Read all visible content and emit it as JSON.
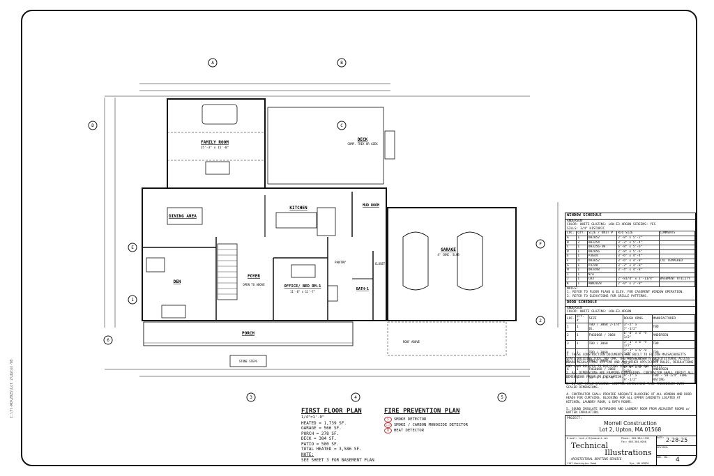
{
  "sheet_side_id": "C:\\Tl-WO\\2025\\Lot 2\\Upton-90",
  "plan": {
    "title": "FIRST FLOOR PLAN",
    "scale": "1/4\"=1'-0\"",
    "areas": [
      "HEATED = 1,739 SF.",
      "GARAGE = 566 SF.",
      "PORCH = 278 SF.",
      "DECK = 384 SF.",
      "PATIO = 500 SF.",
      "TOTAL HEATED = 3,586 SF."
    ],
    "note_label": "NOTE:",
    "note": "SEE SHEET 3 FOR BASEMENT PLAN"
  },
  "fire": {
    "title": "FIRE PREVENTION PLAN",
    "legend": [
      {
        "symbol": "S",
        "label": "SMOKE DETECTOR"
      },
      {
        "symbol": "S-CO",
        "label": "SMOKE / CARBON MONOXIDE DETECTOR"
      },
      {
        "symbol": "H",
        "label": "HEAT DETECTOR"
      }
    ]
  },
  "rooms": {
    "family": "FAMILY ROOM",
    "family_size": "15'-3\" x 15'-0\"",
    "deck": "DECK",
    "deck_note": "COMP. TREX OR AZEK",
    "dining": "DINING AREA",
    "kitchen": "KITCHEN",
    "mud": "MUD ROOM",
    "den": "DEN",
    "foyer": "FOYER",
    "foyer_note": "OPEN TO ABOVE",
    "office": "OFFICE/ BED RM-1",
    "office_size": "11'-0\" x 11'-7\"",
    "pantry": "PANTRY",
    "bath": "BATH-1",
    "closet": "CLOSET",
    "garage": "GARAGE",
    "garage_note": "4\" CONC. SLAB",
    "porch": "PORCH",
    "steps": "STONE STEPS",
    "roof_above": "ROOF ABOVE"
  },
  "window_schedule": {
    "title": "WINDOW SCHEDULE",
    "maker": "ANDERSEN",
    "specs": "COLOR: WHITE GLAZING: LOW-E3-ARGON SCREENS: YES",
    "sills": "SILLS: 3/4\" HISTORIC",
    "headers": [
      "LOC.",
      "QTY.",
      "SIZE / UNIT #",
      "R/O SIZE",
      "COMMENTS"
    ],
    "rows": [
      [
        "A",
        "1",
        "DH2852",
        "2'-8\" x 5'-2\"",
        ""
      ],
      [
        "B",
        "2",
        "DH3254",
        "3'-2\" x 5'-4\"",
        ""
      ],
      [
        "C",
        "1",
        "DH3256-3W",
        "6'-8\" x 5'-6\"",
        ""
      ],
      [
        "D",
        "1",
        "DH2856",
        "2'-8\" x 5'-6\"",
        ""
      ],
      [
        "E",
        "1",
        "P3644",
        "3'-6\" x 4'-4\"",
        ""
      ],
      [
        "F",
        "4",
        "DH3652",
        "3'-6\" x 4'-8\"",
        "(4) TEMPERED"
      ],
      [
        "G",
        "1",
        "P3248",
        "3'-2\" x 4'-8\"",
        ""
      ],
      [
        "H",
        "1",
        "DH3448",
        "3'-4\" x 4'-8\"",
        ""
      ],
      [
        "I",
        "1",
        "N/A",
        "",
        ""
      ],
      [
        "J",
        "1",
        "CB3",
        "2'-81/4\" x 1'-11/4\"",
        "BASEMENT UTILITY"
      ],
      [
        "K",
        "1",
        "AWN2028",
        "2'-0\" x 2'-8\"",
        ""
      ]
    ],
    "notes_label": "NOTES:",
    "notes": [
      "1. REFER TO FLOOR PLANS & ELEV. FOR CASEMENT WINDOW OPERATION.",
      "2. REFER TO ELEVATIONS FOR GRILLE PATTERNS."
    ]
  },
  "door_schedule": {
    "title": "DOOR SCHEDULE",
    "maker": "ANDERSEN",
    "specs": "COLOR: WHITE GLAZING: LOW-E3-ARGON",
    "headers": [
      "LOC.",
      "QTY. #",
      "SIZE",
      "ROUGH OPNG.",
      "MANUFACTURER"
    ],
    "rows": [
      [
        "1",
        "1",
        "TBD / 3068 2-1/4\" Di.",
        "3'-2\" x 7'-1/2\"",
        "TBD"
      ],
      [
        "2",
        "1",
        "FWG6068 / 3068",
        "6'-0\" x 6'-9 1/2\"",
        "ANDERSEN"
      ],
      [
        "3",
        "1",
        "TBD / 3068",
        "3'-1\" x 6'-9 1/2\"",
        "TBD"
      ],
      [
        "4",
        "1",
        "TBD / 3068",
        "3'-1\" x 6'-9 1/2\"",
        "TBD"
      ],
      [
        "5",
        "1",
        "TBD / 3068",
        "3'-1\" x 6'-9 1/2\"",
        "TBD"
      ],
      [
        "6",
        "1",
        "FWG6068 / 3068",
        "6'-0\" x 6'-9 1/2\"",
        "ANDERSEN"
      ],
      [
        "7",
        "1",
        "16'-0\" x 8'-0\"",
        "9'-1\" x 9'-1/2\"",
        "TBD - 50-1/4\" FIRE RATING"
      ]
    ]
  },
  "general_notes": [
    "1. THESE CONSTRUCTION DOCUMENTS ARE BUILT TO FOLLOW MASSACHUSETTS STATE BUILDING CODE 780 CMR, THE MASSACHUSETTS ARCHITECTURAL ACCESS BOARD REGULATIONS 521 CMR AND ANY OTHER APPLICABLE RULES, REGULATIONS AND LAWS RELATED TO BUILDING CONSTRUCTION AND SAFETY.",
    "2. ALL DIMENSIONS ARE FRAMING DIMENSIONS. CONTRACTOR SHALL VERIFY ALL DIMENSIONS PRIOR TO EXCAVATION.",
    "3. DO NOT SCALE DRAWING. WRITTEN DIMENSIONS TAKE PRECEDENCE OVER SCALED DIMENSIONS.",
    "4. CONTRACTOR SHALL PROVIDE ADEQUATE BLOCKING AT ALL WINDOW AND DOOR HEADS FOR CURTAINS, BLOCKING FOR ALL UPPER CABINETS LOCATED AT KITCHEN, LAUNDRY ROOM, & BATH ROOMS.",
    "5. SOUND INSULATE BATHROOMS AND LAUNDRY ROOM FROM ADJACENT ROOMS w/ BATTEN INSULATION."
  ],
  "title_block": {
    "project_label": "PROJECT:",
    "client": "Morrell Construction",
    "address": "Lot 2, Upton, MA 01568",
    "date_label": "DATE:",
    "date": "2-28-25",
    "revised_label": "REVISED:",
    "sheet_label": "DWG. NO.:",
    "sheet": "4",
    "email": "E-mail: tech-ill@comcast.net",
    "phone": "Phone: 603-384-1332",
    "fax": "Fax: 603-384-0058",
    "company_1": "Technical",
    "company_2": "Illustrations",
    "service": "ARCHITECTURAL DRAFTING SERVICE",
    "street": "1147 Washington Road",
    "town": "Rye, NH 03870"
  },
  "grid_markers": [
    "A",
    "B",
    "C",
    "D",
    "E",
    "F",
    "1",
    "2",
    "3",
    "4",
    "5",
    "6"
  ]
}
